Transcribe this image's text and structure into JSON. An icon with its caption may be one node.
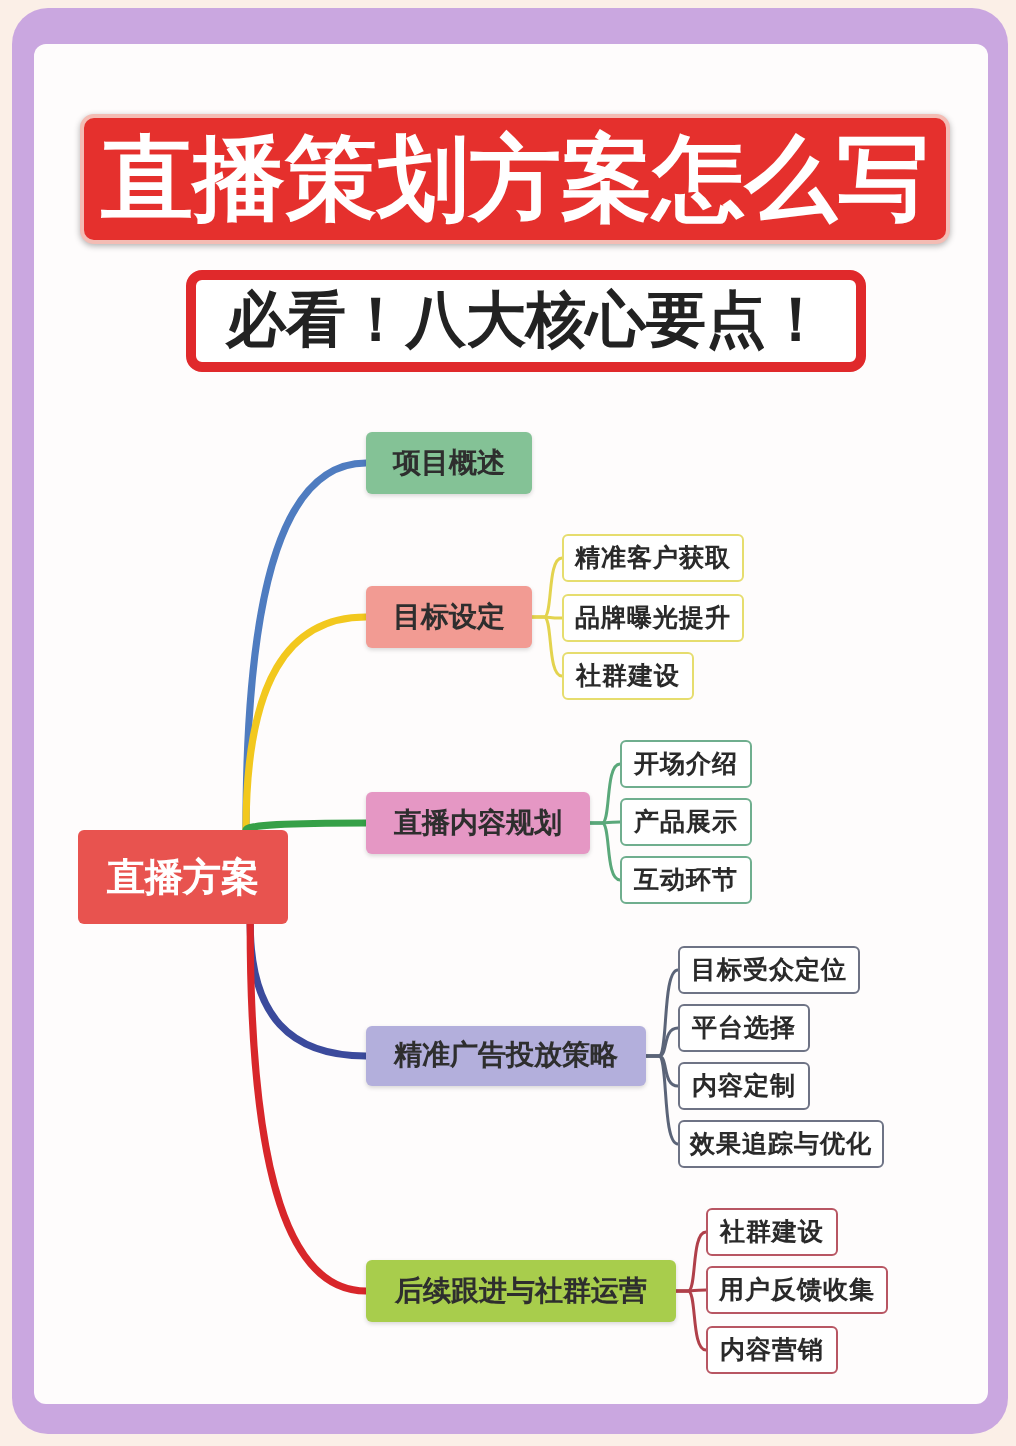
{
  "diagram": {
    "title": "直播策划方案怎么写",
    "nodes": [
      {
        "text": [
          "直播方案"
        ]
      },
      {
        "text": [
          "项目概述"
        ]
      },
      {
        "text": [
          "目标设定"
        ]
      },
      {
        "text": [
          "精准客户获取"
        ]
      },
      {
        "text": [
          "品牌曝光提升"
        ]
      },
      {
        "text": [
          "社群建设"
        ]
      },
      {
        "text": [
          "直播内容规划"
        ]
      },
      {
        "text": [
          "开场介绍"
        ]
      },
      {
        "text": [
          "产品展示"
        ]
      },
      {
        "text": [
          "互动环节"
        ]
      },
      {
        "text": [
          "精准广告投放策略"
        ]
      },
      {
        "text": [
          "目标受众定位"
        ]
      },
      {
        "text": [
          "平台选择"
        ]
      },
      {
        "text": [
          "内容定制"
        ]
      },
      {
        "text": [
          "效果追踪与优化"
        ]
      },
      {
        "text": [
          "后续跟进与社群运营"
        ]
      },
      {
        "text": [
          "社群建设"
        ]
      },
      {
        "text": [
          "用户反馈收集"
        ]
      },
      {
        "text": [
          "内容营销"
        ]
      }
    ],
    "edges": [
      {
        "from": 0,
        "to": 1,
        "arrow": "none",
        "style": "thick",
        "color": "#4f7cc0"
      },
      {
        "from": 0,
        "to": 2,
        "arrow": "none",
        "style": "thick",
        "color": "#f2c81e"
      },
      {
        "from": 0,
        "to": 6,
        "arrow": "none",
        "style": "thick",
        "color": "#36a047"
      },
      {
        "from": 0,
        "to": 10,
        "arrow": "none",
        "style": "thick",
        "color": "#3b4a9c"
      },
      {
        "from": 0,
        "to": 15,
        "arrow": "none",
        "style": "thick",
        "color": "#d8262a"
      },
      {
        "from": 2,
        "to": 3,
        "arrow": "none",
        "color": "#e3d34e"
      },
      {
        "from": 2,
        "to": 4,
        "arrow": "none",
        "color": "#e3d34e"
      },
      {
        "from": 2,
        "to": 5,
        "arrow": "none",
        "color": "#e3d34e"
      },
      {
        "from": 6,
        "to": 7,
        "arrow": "none",
        "color": "#5aa87a"
      },
      {
        "from": 6,
        "to": 8,
        "arrow": "none",
        "color": "#5aa87a"
      },
      {
        "from": 6,
        "to": 9,
        "arrow": "none",
        "color": "#5aa87a"
      },
      {
        "from": 10,
        "to": 11,
        "arrow": "none",
        "color": "#5b6478"
      },
      {
        "from": 10,
        "to": 12,
        "arrow": "none",
        "color": "#5b6478"
      },
      {
        "from": 10,
        "to": 13,
        "arrow": "none",
        "color": "#5b6478"
      },
      {
        "from": 10,
        "to": 14,
        "arrow": "none",
        "color": "#5b6478"
      },
      {
        "from": 15,
        "to": 16,
        "arrow": "none",
        "color": "#b0404a"
      },
      {
        "from": 15,
        "to": 17,
        "arrow": "none",
        "color": "#b0404a"
      },
      {
        "from": 15,
        "to": 18,
        "arrow": "none",
        "color": "#b0404a"
      }
    ],
    "labels": [
      "必看！八大核心要点！"
    ]
  }
}
